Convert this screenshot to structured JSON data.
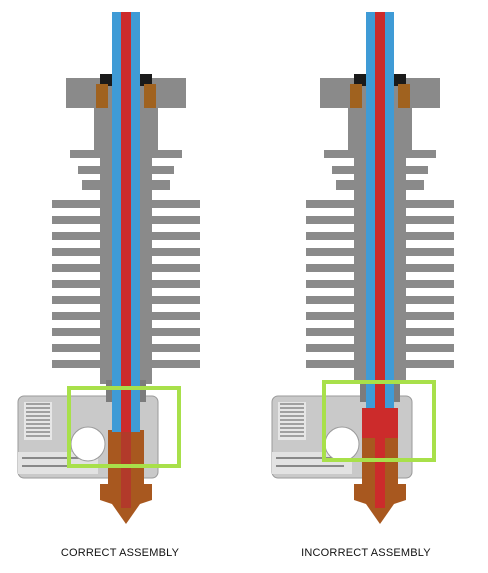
{
  "captions": {
    "left": "CORRECT ASSEMBLY",
    "right": "INCORRECT ASSEMBLY"
  },
  "colors": {
    "heatsink": "#8a8a8a",
    "heatsink_dark": "#6f6f6f",
    "block": "#c8c8c8",
    "ptfe_tube": "#3f9bd6",
    "filament": "#cc2b2b",
    "nozzle": "#a8581f",
    "highlight": "#a8e04a"
  },
  "assemblies": [
    {
      "name": "correct",
      "tube_reaches_nozzle": true
    },
    {
      "name": "incorrect",
      "tube_reaches_nozzle": false
    }
  ]
}
